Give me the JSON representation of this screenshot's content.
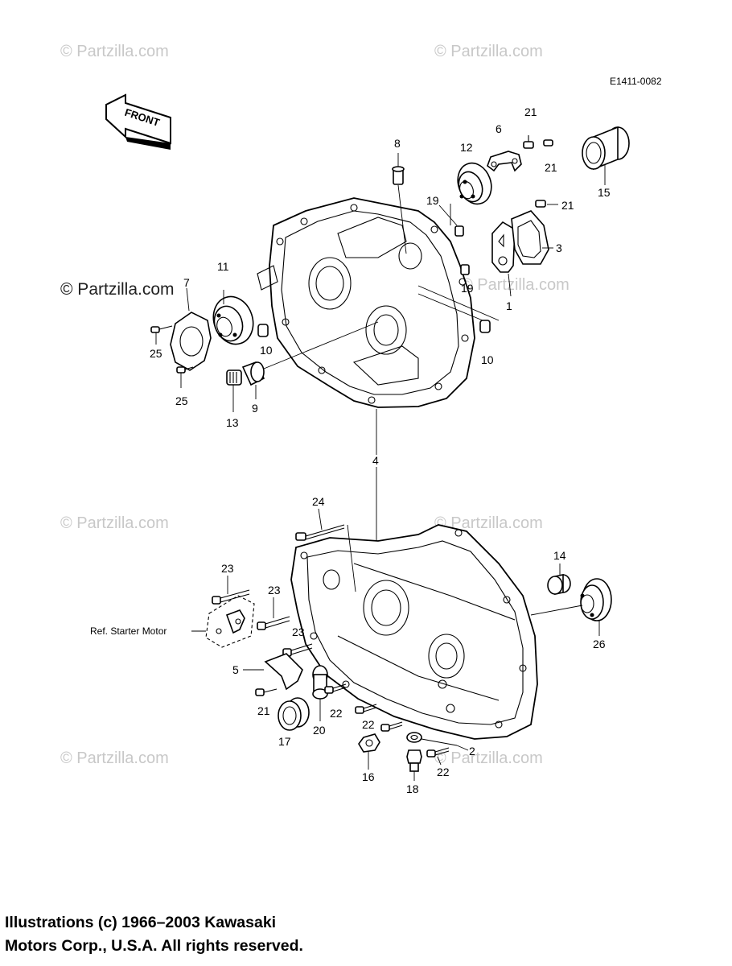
{
  "diagram_code": "E1411-0082",
  "front_label": "FRONT",
  "watermark": "© Partzilla.com",
  "watermark_dark": "© Partzilla.com",
  "ref_label": "Ref. Starter Motor",
  "copyright": {
    "line1": "Illustrations (c) 1966–2003 Kawasaki",
    "line2": "Motors Corp., U.S.A.  All rights reserved."
  },
  "callouts": {
    "p1": "1",
    "p2": "2",
    "p3": "3",
    "p4": "4",
    "p5": "5",
    "p6": "6",
    "p7": "7",
    "p8": "8",
    "p9": "9",
    "p10a": "10",
    "p10b": "10",
    "p11": "11",
    "p12": "12",
    "p13": "13",
    "p14": "14",
    "p15": "15",
    "p16": "16",
    "p17": "17",
    "p18": "18",
    "p19a": "19",
    "p19b": "19",
    "p20": "20",
    "p21a": "21",
    "p21b": "21",
    "p21c": "21",
    "p21d": "21",
    "p22a": "22",
    "p22b": "22",
    "p22c": "22",
    "p23a": "23",
    "p23b": "23",
    "p23c": "23",
    "p24": "24",
    "p25a": "25",
    "p25b": "25",
    "p26": "26"
  }
}
